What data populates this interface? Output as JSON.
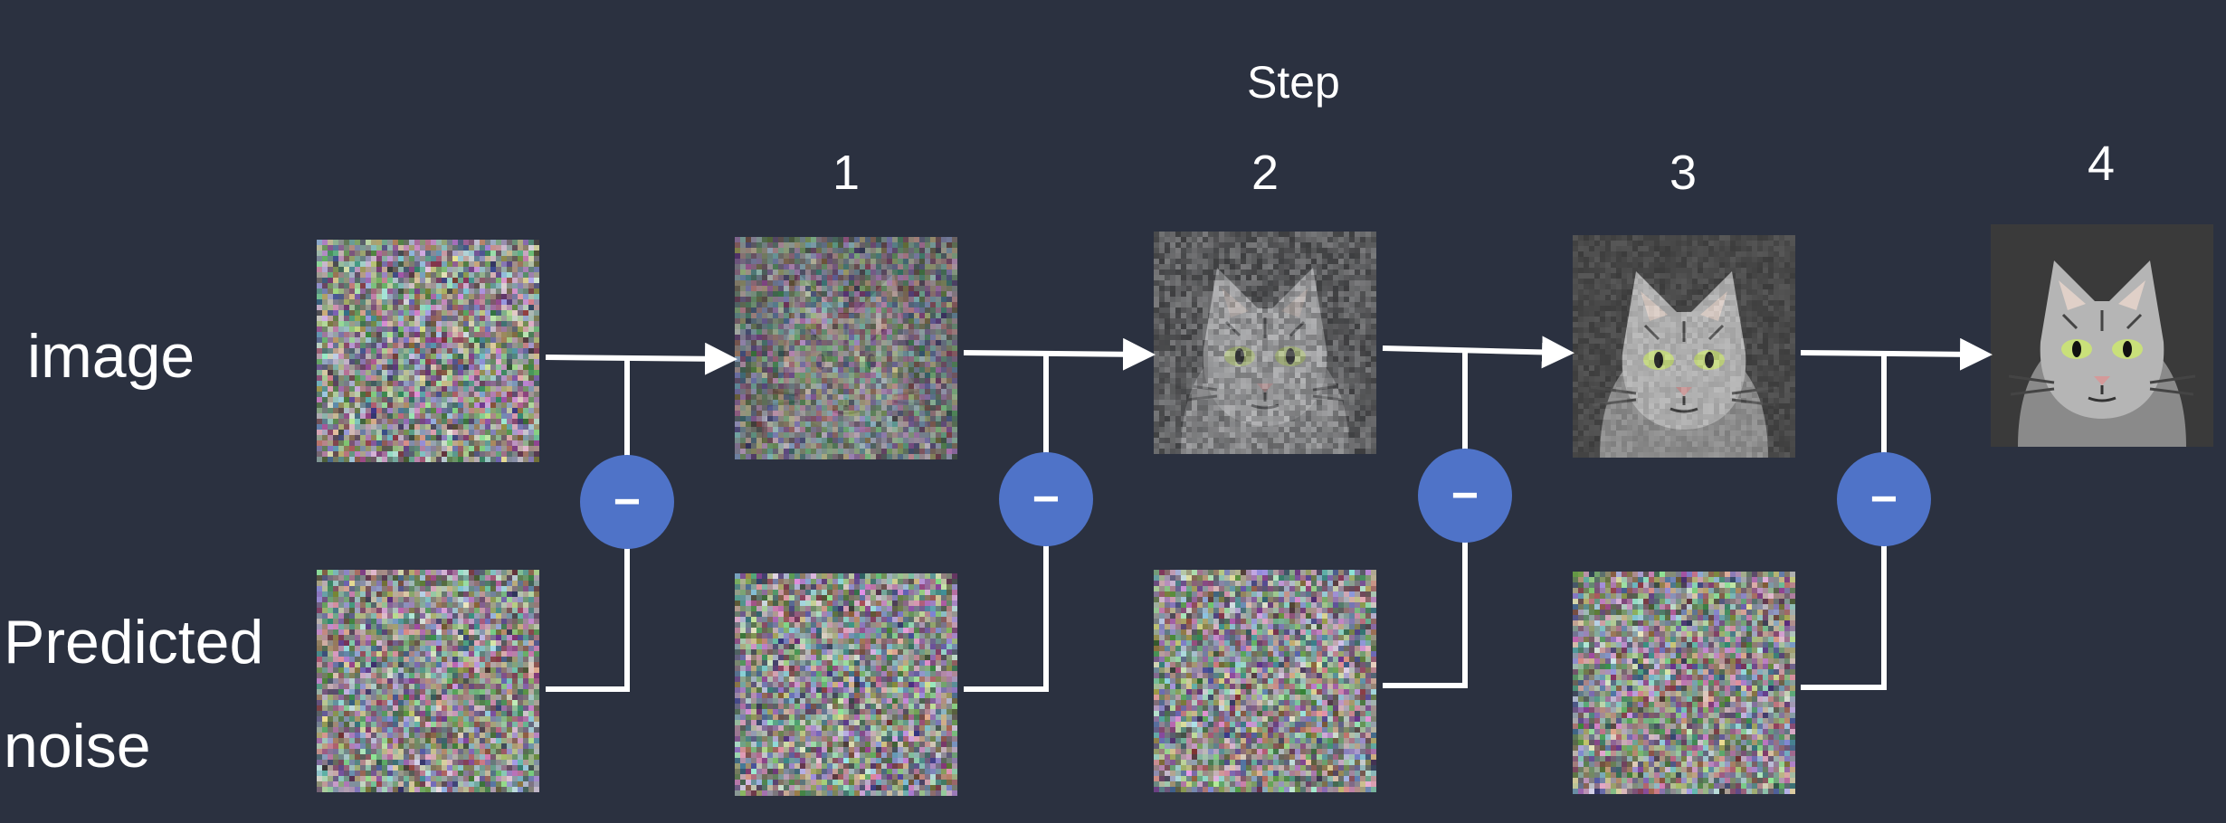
{
  "diagram": {
    "step_title": "Step",
    "step_numbers": [
      "1",
      "2",
      "3",
      "4"
    ],
    "row_labels": {
      "image": "image",
      "noise_line1": "Predicted",
      "noise_line2": "noise"
    },
    "operator_symbol": "−",
    "images": [
      {
        "name": "pure-noise",
        "cat_strength": 0
      },
      {
        "name": "step-1-image",
        "cat_strength": 0.25
      },
      {
        "name": "step-2-image",
        "cat_strength": 0.55
      },
      {
        "name": "step-3-image",
        "cat_strength": 0.8
      },
      {
        "name": "step-4-image",
        "cat_strength": 1.0
      }
    ]
  },
  "colors": {
    "background": "#2b3140",
    "arrow": "#ffffff",
    "operator_circle": "#4f73c8"
  }
}
